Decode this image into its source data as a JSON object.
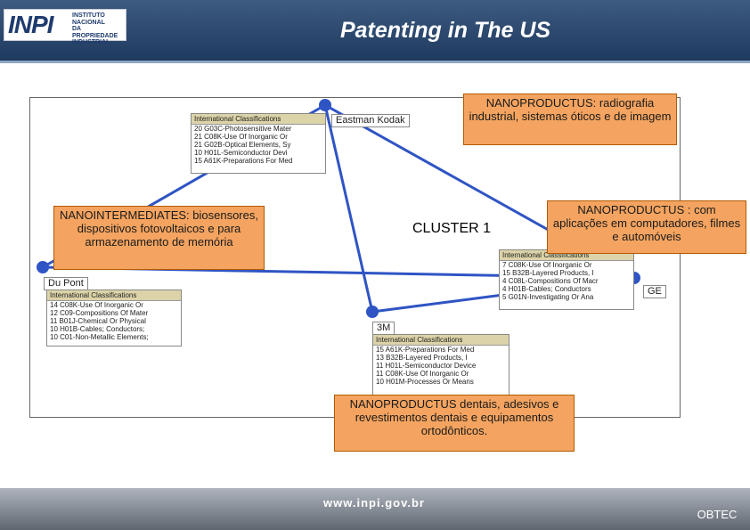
{
  "header": {
    "logo_mark": "INPI",
    "logo_lines": [
      "INSTITUTO",
      "NACIONAL",
      "DA PROPRIEDADE",
      "INDUSTRIAL"
    ],
    "title": "Patenting in The US"
  },
  "colors": {
    "header": "#1f3a5f",
    "callout": "#f4a460",
    "link_line": "#2f54c4",
    "node": "#2f54c4",
    "class_header": "#dcd3a8"
  },
  "diagram": {
    "callouts": {
      "top": "NANOPRODUCTUS: radiografia industrial, sistemas óticos e de imagem",
      "left": "NANOINTERMEDIATES: biosensores, dispositivos fotovoltaicos e para armazenamento de memória",
      "right": "NANOPRODUCTUS : com aplicações em computadores, filmes e automóveis",
      "bottom": "NANOPRODUCTUS dentais, adesivos e revestimentos dentais e equipamentos ortodônticos."
    },
    "cluster_label": "CLUSTER 1",
    "companies": {
      "kodak": "Eastman Kodak",
      "dupont": "Du Pont",
      "three_m": "3M",
      "ge": "GE"
    },
    "class_boxes": {
      "kodak": {
        "header": "International Classifications",
        "lines": [
          "20 G03C-Photosensitive Mater",
          "21 C08K-Use Of Inorganic Or",
          "21 G02B-Optical Elements, Sy",
          "10 H01L-Semiconductor Devi",
          "15 A61K-Preparations For Med"
        ]
      },
      "dupont": {
        "header": "International Classifications",
        "lines": [
          "14 C08K-Use Of Inorganic Or",
          "12 C09-Compositions Of Mater",
          "11 B01J-Chemical Or Physical",
          "10 H01B-Cables; Conductors;",
          "10 C01-Non-Metallic Elements;"
        ]
      },
      "three_m": {
        "header": "International Classifications",
        "lines": [
          "15 A61K-Preparations For Med",
          "13 B32B-Layered Products, I",
          "11 H01L-Semiconductor Device",
          "11 C08K-Use Of Inorganic Or",
          "10 H01M-Processes Or Means"
        ]
      },
      "ge": {
        "header": "International Classifications",
        "lines": [
          "7 C08K-Use Of Inorganic Or",
          "15 B32B-Layered Products, I",
          "4 C08L-Compositions Of Macr",
          "4 H01B-Cables; Conductors",
          "5 G01N-Investigating Or Ana"
        ]
      }
    }
  },
  "footer": {
    "url": "www.inpi.gov.br",
    "org": "OBTEC"
  }
}
